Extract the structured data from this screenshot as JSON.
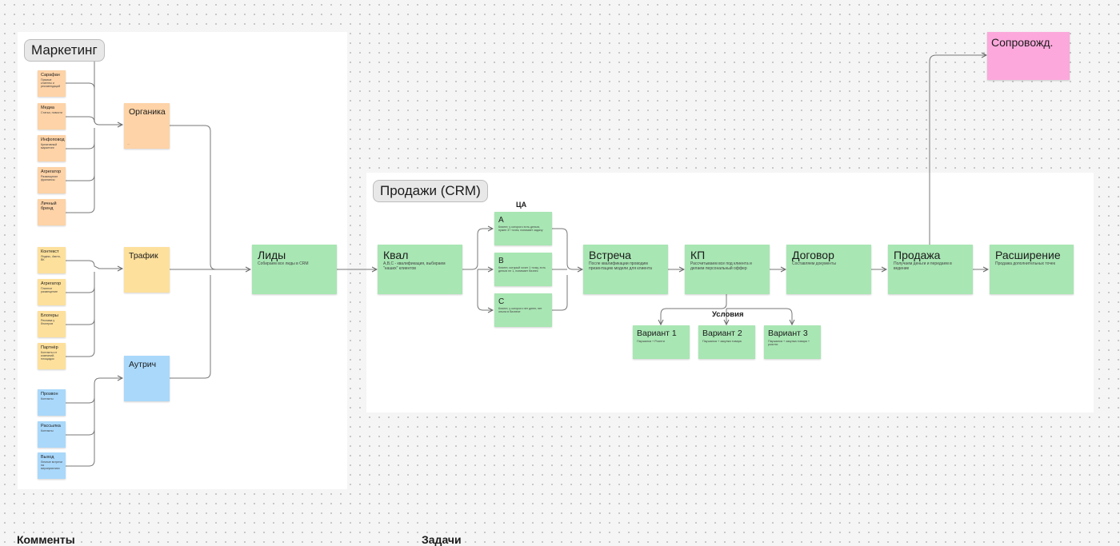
{
  "colors": {
    "orange": "#fdd3a7",
    "yellow": "#fde09c",
    "blue": "#a9d8fb",
    "green": "#a8e6b3",
    "pink": "#fca8dc"
  },
  "marketing": {
    "title": "Маркетинг",
    "organic_sources": [
      {
        "title": "Сарафан",
        "desc": "Прямые клиенты и рекомендаций"
      },
      {
        "title": "Медиа",
        "desc": "Статьи, новости"
      },
      {
        "title": "Инфоповод",
        "desc": "Креативный маркетинг"
      },
      {
        "title": "Агрегатор",
        "desc": "Размещение фрилансы"
      },
      {
        "title": "Личный бренд",
        "desc": ""
      }
    ],
    "traffic_sources": [
      {
        "title": "Контекст",
        "desc": "Яндекс, Авито, ВК"
      },
      {
        "title": "Агрегатор",
        "desc": "Платное размещение"
      },
      {
        "title": "Блогеры",
        "desc": "Реклама у блогеров"
      },
      {
        "title": "Партнёр",
        "desc": "Контакты от компаний-площадок"
      }
    ],
    "outreach_sources": [
      {
        "title": "Прозвон",
        "desc": "Контакты"
      },
      {
        "title": "Рассылка",
        "desc": "Контакты"
      },
      {
        "title": "Выход",
        "desc": "Личные встречи на мероприятиях"
      }
    ],
    "channels": [
      {
        "title": "Органика"
      },
      {
        "title": "Трафик"
      },
      {
        "title": "Аутрич"
      }
    ]
  },
  "leads": {
    "title": "Лиды",
    "desc": "Собираем все лиды в CRM"
  },
  "sales": {
    "title": "Продажи (CRM)",
    "qual": {
      "title": "Квал",
      "desc": "A,B,C - квалификация, выбираем \"наших\" клиентов"
    },
    "ca_label": "ЦА",
    "segments": [
      {
        "title": "A",
        "desc": "Клиент, у которого есть деньги, нужен 4+ точек, понимает задачу"
      },
      {
        "title": "B",
        "desc": "Клиент, который хочет 1 точку, есть деньги не 1, понимает бизнес"
      },
      {
        "title": "C",
        "desc": "Клиент, у которого нет денег, нет опыта в бизнесе"
      }
    ],
    "stages": [
      {
        "title": "Встреча",
        "desc": "После квалификации проводим презентацию модели для клиента"
      },
      {
        "title": "КП",
        "desc": "Рассчитываем все под клиента и делаем персональный оффер"
      },
      {
        "title": "Договор",
        "desc": "Составляем документы"
      },
      {
        "title": "Продажа",
        "desc": "Получаем деньги и передаем в ведение"
      },
      {
        "title": "Расширение",
        "desc": "Продажа дополнительных точек"
      }
    ],
    "conditions_label": "Условия",
    "variants": [
      {
        "title": "Вариант 1",
        "desc": "Паушалка + Роялти"
      },
      {
        "title": "Вариант 2",
        "desc": "Паушалка + закупка товара"
      },
      {
        "title": "Вариант 3",
        "desc": "Паушалка + закупка товара + роялти"
      }
    ]
  },
  "support": {
    "title": "Сопровожд."
  },
  "bottom": {
    "comments": "Комменты",
    "tasks": "Задачи"
  }
}
